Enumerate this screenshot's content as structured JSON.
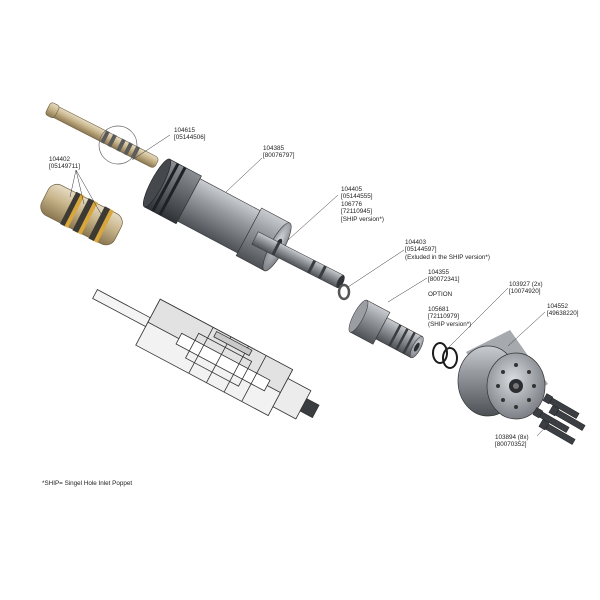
{
  "callouts": [
    {
      "id": "c104615",
      "lines": [
        "104615",
        "[05144506]"
      ]
    },
    {
      "id": "c104402",
      "lines": [
        "104402",
        "[05149711]"
      ]
    },
    {
      "id": "c104385",
      "lines": [
        "104385",
        "[80076797]"
      ]
    },
    {
      "id": "c104405",
      "lines": [
        "104405",
        "[05144555]",
        "106776",
        "[72110945]",
        "[SHIP version*)"
      ]
    },
    {
      "id": "c104403",
      "lines": [
        "104403",
        "[05144597]",
        "(Exluded in the SHIP version*)"
      ]
    },
    {
      "id": "c104355",
      "lines": [
        "104355",
        "[80072341]",
        "",
        "OPTION",
        "",
        "105681",
        "[72110979]",
        "(SHIP version*)"
      ]
    },
    {
      "id": "c103927",
      "lines": [
        "103927 (2x)",
        "[10074920]"
      ]
    },
    {
      "id": "c104552",
      "lines": [
        "104552",
        "[49638220]"
      ]
    },
    {
      "id": "c103894",
      "lines": [
        "103894 (8x)",
        "[80070352]"
      ]
    }
  ],
  "footnote": "*SHIP= Singel Hole Inlet Poppet",
  "colors": {
    "steel": "#8d9196",
    "brass": "#c9b68e",
    "gold_ring": "#d8a63a",
    "line": "#333333"
  }
}
